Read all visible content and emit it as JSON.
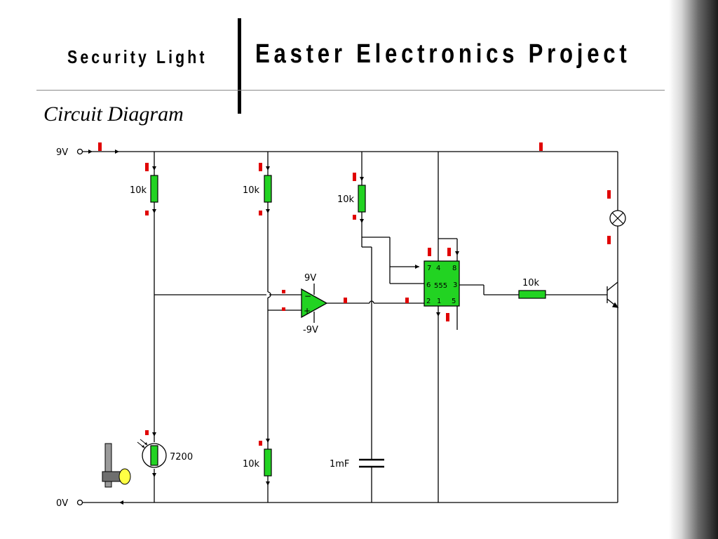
{
  "header": {
    "subtitle": "Security Light",
    "title": "Easter Electronics Project"
  },
  "section": {
    "heading": "Circuit Diagram"
  },
  "circuit": {
    "supply_positive": "9V",
    "supply_ground": "0V",
    "resistor_top_left": "10k",
    "resistor_top_middle": "10k",
    "resistor_pullup": "10k",
    "resistor_bottom": "10k",
    "resistor_base": "10k",
    "ldr_label": "7200",
    "capacitor_label": "1mF",
    "opamp_supply_pos": "9V",
    "opamp_supply_neg": "-9V",
    "opamp_minus": "−",
    "opamp_plus": "+",
    "ic_label": "555",
    "ic_pins": [
      "7",
      "4",
      "8",
      "6",
      "3",
      "2",
      "1",
      "5"
    ],
    "colors": {
      "component_fill": "#22d322",
      "probe_marker": "#e00000",
      "wire": "#000000"
    }
  }
}
